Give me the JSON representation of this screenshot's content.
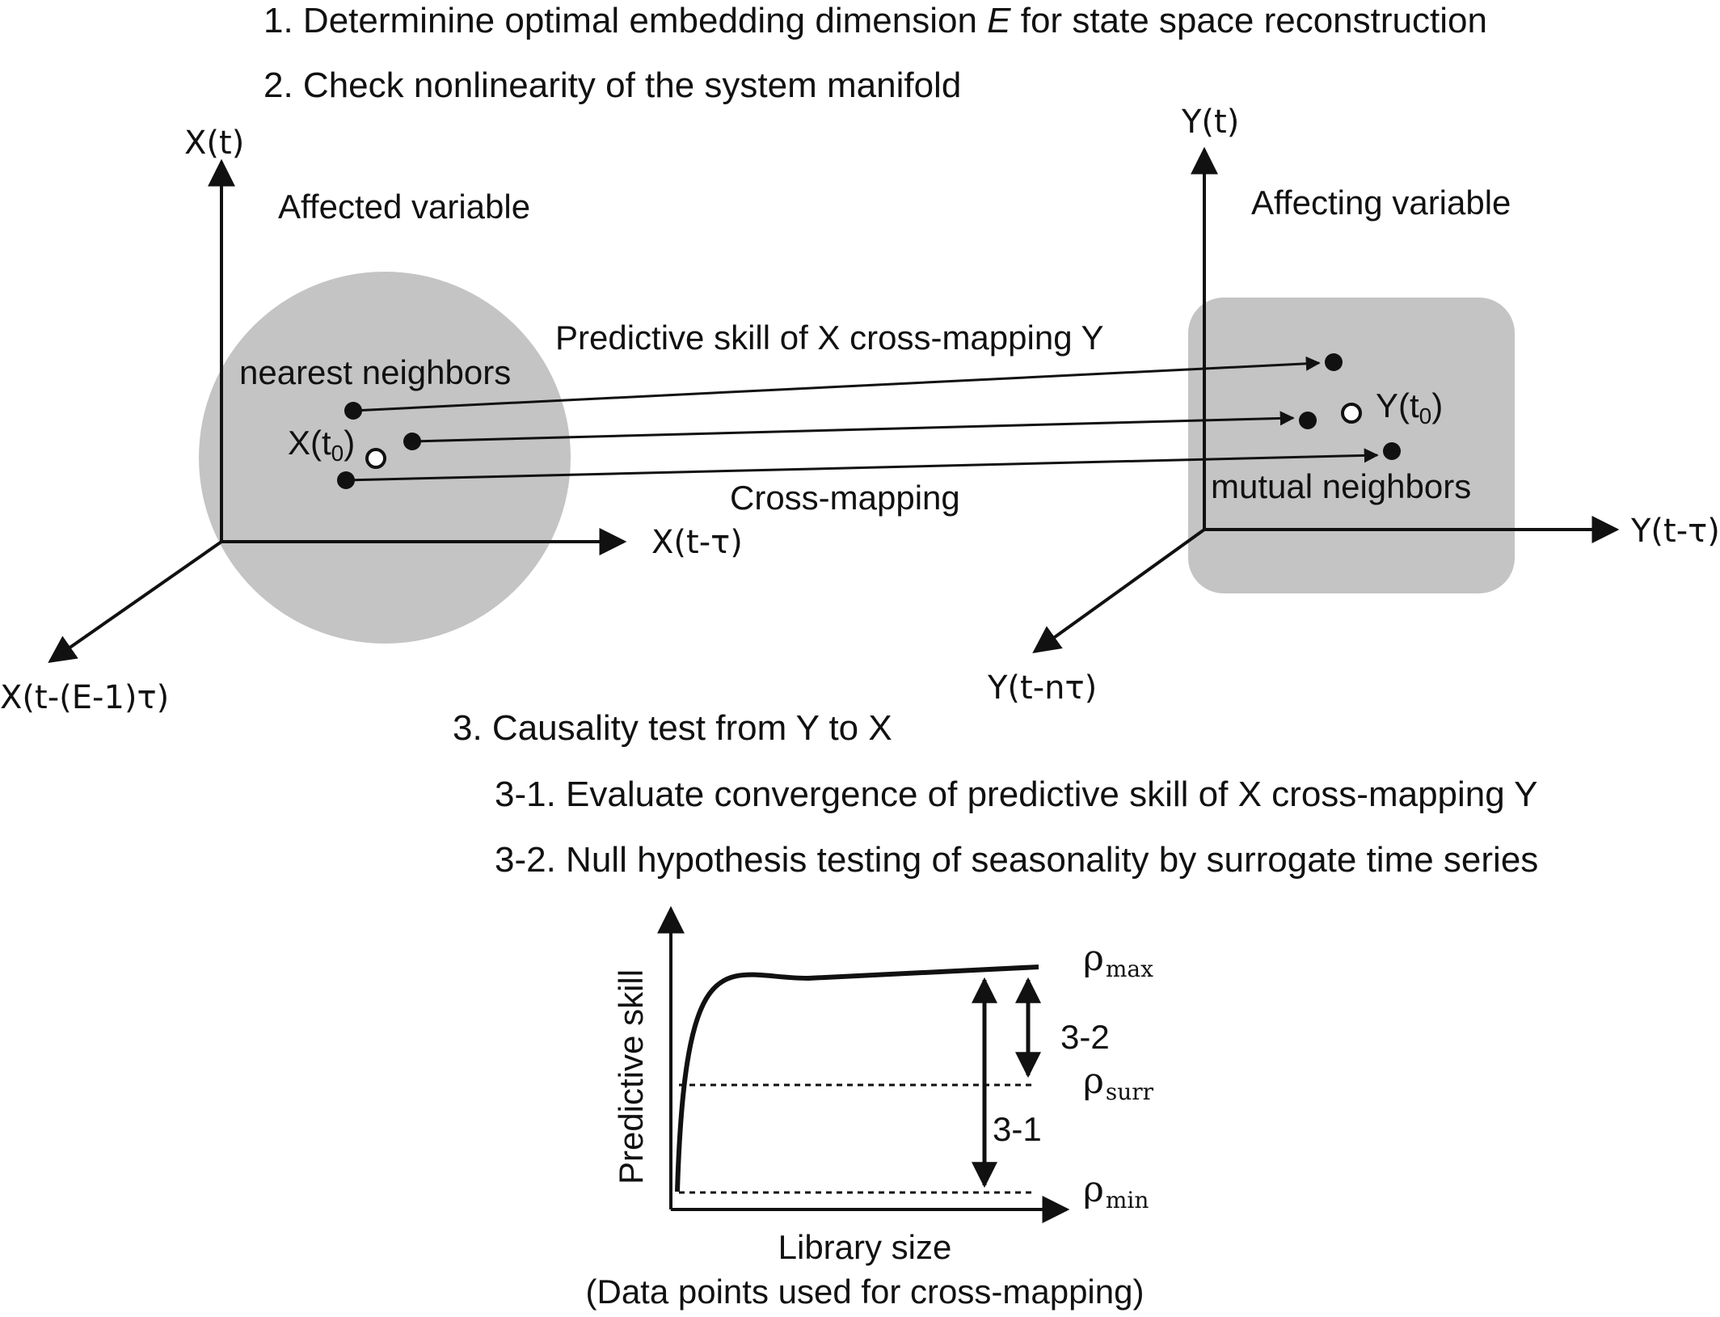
{
  "steps": {
    "step1": {
      "prefix": "1. Determinine optimal embedding dimension ",
      "var": "E",
      "suffix": " for state space reconstruction"
    },
    "step2": "2. Check nonlinearity of the system manifold",
    "step3": "3. Causality test from Y to X",
    "step3_1": "3-1. Evaluate convergence of predictive skill of X cross-mapping Y",
    "step3_2": "3-2. Null hypothesis testing of seasonality by surrogate time series"
  },
  "left_space": {
    "axis_vertical": "X(t)",
    "axis_horizontal": "X(t-τ)",
    "axis_diagonal": "X(t-(E-1)τ)",
    "title": "Affected variable",
    "neighbors_label": "nearest neighbors",
    "point_label": {
      "main": "X(t",
      "sub": "0",
      "close": ")"
    },
    "region_color": "#c4c4c4"
  },
  "right_space": {
    "axis_vertical": "Y(t)",
    "axis_horizontal": "Y(t-τ)",
    "axis_diagonal": "Y(t-nτ)",
    "title": "Affecting variable",
    "neighbors_label": "mutual neighbors",
    "point_label": {
      "main": "Y(t",
      "sub": "0",
      "close": ")"
    },
    "region_color": "#c4c4c4"
  },
  "mapping": {
    "top_label": "Predictive skill of X cross-mapping Y",
    "bottom_label": "Cross-mapping"
  },
  "convergence_plot": {
    "ylabel": "Predictive skill",
    "xlabel": "Library size",
    "xlabel_note": "(Data points used for cross-mapping)",
    "levels": [
      {
        "symbol": "ρ",
        "sub": "max"
      },
      {
        "symbol": "ρ",
        "sub": "surr"
      },
      {
        "symbol": "ρ",
        "sub": "min"
      }
    ],
    "arrow_labels": {
      "between_max_surr": "3-2",
      "between_max_min": "3-1"
    }
  }
}
